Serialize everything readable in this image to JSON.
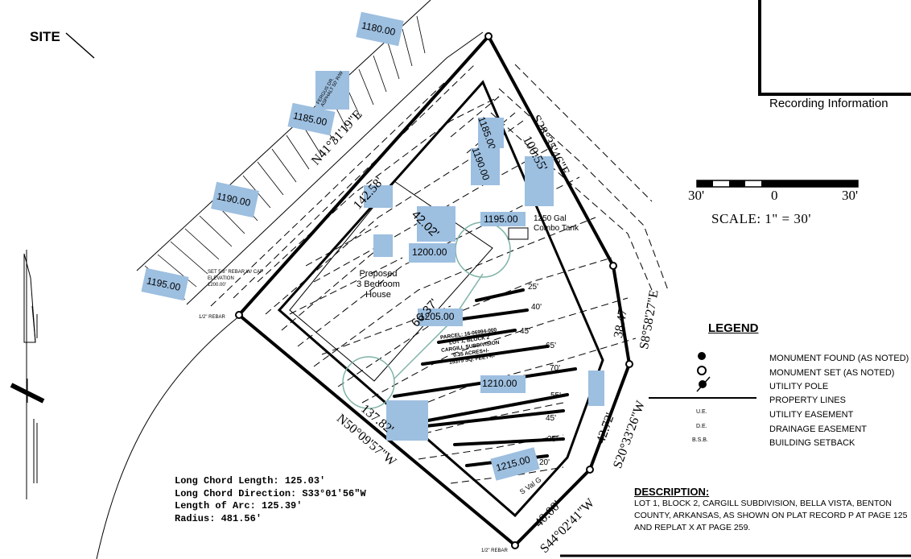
{
  "title": "SITE",
  "recording": "Recording Information",
  "scale": {
    "ticks": [
      "30'",
      "0",
      "30'"
    ],
    "label": "SCALE:  1\"  =  30'"
  },
  "contours": {
    "elev_1180": "1180.00",
    "elev_1185_west": "1185.00",
    "elev_1190_west": "1190.00",
    "elev_1195_west": "1195.00",
    "elev_1185_north": "1185.00",
    "elev_1190_north": "1190.00",
    "elev_1195": "1195.00",
    "elev_1200": "1200.00",
    "elev_1205": "1205.00",
    "elev_1210": "1210.00",
    "elev_1215": "1215.00"
  },
  "road": {
    "label": "FERGUS DR.\nASPHALT 50' R/W"
  },
  "bearings": {
    "nw": "N41°31'19\"E",
    "ne": "S28°35'46\"E",
    "e": "S8°58'27\"E",
    "se1": "S20°33'26\"W",
    "se2": "S44°02'41\"W",
    "sw": "N50°09'57\"W"
  },
  "distances": {
    "nw": "142.58'",
    "ne": "100.55'",
    "e": "38.47'",
    "se1": "42.72'",
    "se2": "40.00'",
    "sw": "137.82'",
    "house_w": "42.02'",
    "house_l": "66.37'"
  },
  "setback_lengths": [
    "25'",
    "40'",
    "45'",
    "65'",
    "70'",
    "55'",
    "45'",
    "35'",
    "20'"
  ],
  "house": {
    "line1": "Proposed",
    "line2": "3 Bedroom",
    "line3": "House"
  },
  "tank": {
    "line1": "1250 Gal",
    "line2": "Combo Tank"
  },
  "monument_notes": {
    "set": "SET 5/8\" REBAR W/ CAP\nELEVATION\n1200.00'",
    "rebar_w": "1/2\" REBAR",
    "rebar_s": "1/2\" REBAR"
  },
  "parcel": {
    "line1": "PARCEL: 16-06994-000",
    "line2": "LOT 1, BLOCK 2",
    "line3": "CARGILL SUBDIVISION",
    "line4": "0.35 ACRES+/-",
    "line5": "15375 SQ. FEET+/-"
  },
  "street_note": "S Val G",
  "legend": {
    "title": "LEGEND",
    "items": [
      {
        "abbr": "",
        "text": "MONUMENT FOUND (AS NOTED)",
        "icon": "monument-found-icon"
      },
      {
        "abbr": "",
        "text": "MONUMENT SET (AS NOTED)",
        "icon": "monument-set-icon"
      },
      {
        "abbr": "",
        "text": "UTILITY POLE",
        "icon": "utility-pole-icon"
      },
      {
        "abbr": "",
        "text": "PROPERTY LINES",
        "icon": "property-line-icon"
      },
      {
        "abbr": "U.E.",
        "text": "UTILITY EASEMENT",
        "icon": ""
      },
      {
        "abbr": "D.E.",
        "text": "DRAINAGE EASEMENT",
        "icon": ""
      },
      {
        "abbr": "B.S.B.",
        "text": "BUILDING SETBACK",
        "icon": ""
      }
    ]
  },
  "curve": {
    "chord_length": "Long Chord Length:  125.03'",
    "chord_direction": "Long Chord Direction:  S33°01'56\"W",
    "arc_length": "Length of Arc:  125.39'",
    "radius": "Radius:  481.56'"
  },
  "description": {
    "title": "DESCRIPTION:",
    "body": "LOT 1, BLOCK 2, CARGILL SUBDIVISION, BELLA VISTA, BENTON COUNTY, ARKANSAS, AS SHOWN ON PLAT RECORD P AT PAGE 125 AND REPLAT X AT PAGE 259."
  },
  "colors": {
    "highlight": "#9dbfe0",
    "ink": "#000000",
    "circle": "#7fb3a8"
  }
}
